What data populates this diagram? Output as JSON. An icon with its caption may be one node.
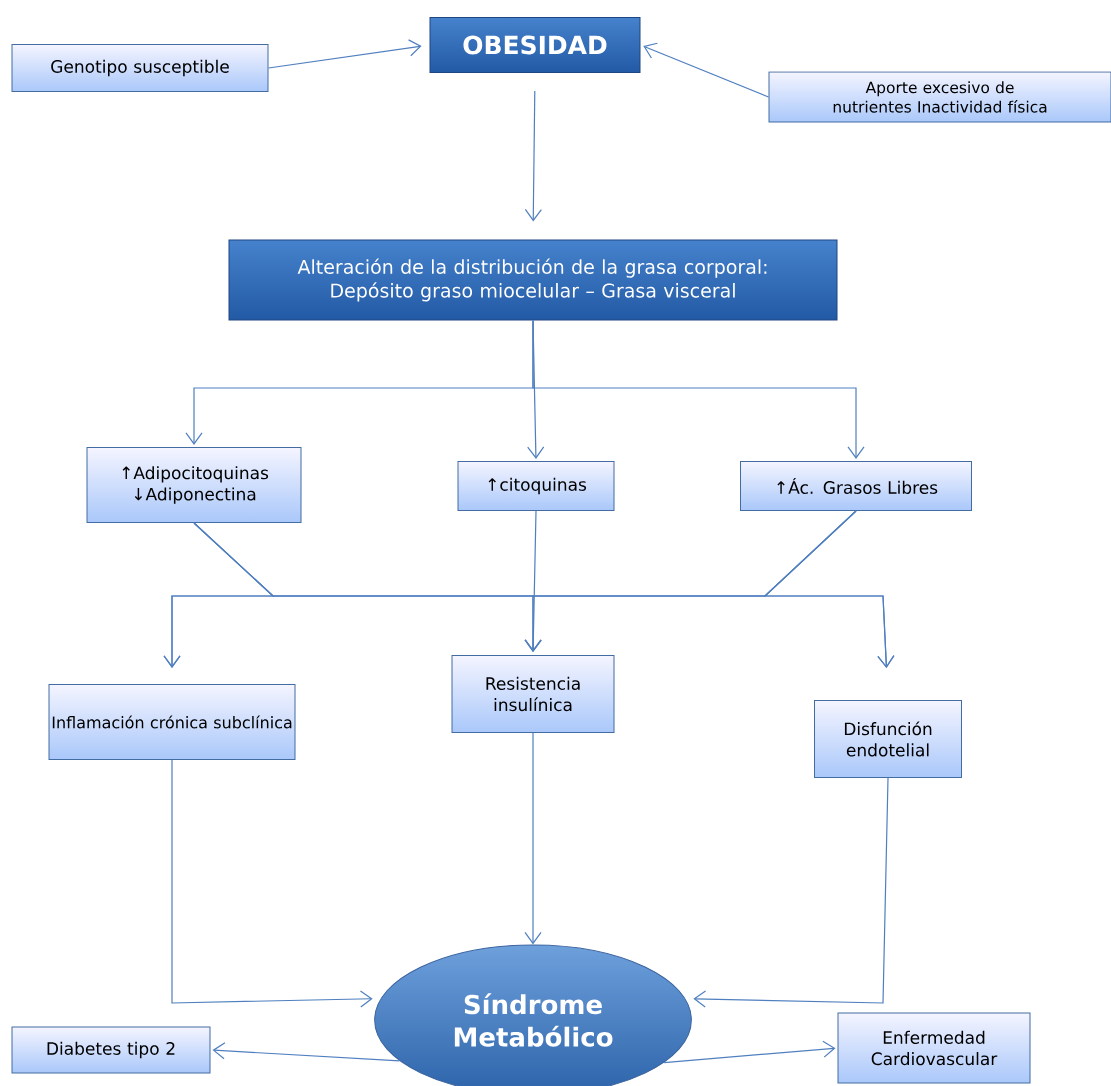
{
  "diagram": {
    "nodes": [
      {
        "text": [
          "OBESIDAD"
        ]
      },
      {
        "text": [
          "Genotipo susceptible"
        ]
      },
      {
        "text": [
          "Aporte excesivo de nutrientes Inactividad física"
        ]
      },
      {
        "text": [
          "Alteración de la distribución de la grasa corporal: Depósito graso miocelular – Grasa visceral"
        ]
      },
      {
        "text": [
          "↑Adipocitoquinas ↓Adiponectina"
        ]
      },
      {
        "text": [
          "↑citoquinas"
        ]
      },
      {
        "text": [
          "↑Ác. Grasos Libres"
        ]
      },
      {
        "text": [
          "Inflamación crónica subclínica"
        ]
      },
      {
        "text": [
          "Resistencia insulínica"
        ]
      },
      {
        "text": [
          "Disfunción endotelial"
        ]
      },
      {
        "text": [
          "Síndrome Metabólico"
        ]
      },
      {
        "text": [
          "Diabetes tipo 2"
        ]
      },
      {
        "text": [
          "Enfermedad Cardiovascular"
        ]
      }
    ],
    "edges": [
      {
        "from": 1,
        "to": 0,
        "arrow": "to"
      },
      {
        "from": 2,
        "to": 0,
        "arrow": "to"
      },
      {
        "from": 0,
        "to": 3,
        "arrow": "to"
      },
      {
        "from": 3,
        "to": 4,
        "arrow": "to"
      },
      {
        "from": 3,
        "to": 5,
        "arrow": "to"
      },
      {
        "from": 3,
        "to": 6,
        "arrow": "to"
      },
      {
        "from": 4,
        "to": 7,
        "arrow": "to"
      },
      {
        "from": 4,
        "to": 8,
        "arrow": "to"
      },
      {
        "from": 4,
        "to": 9,
        "arrow": "to"
      },
      {
        "from": 6,
        "to": 7,
        "arrow": "to"
      },
      {
        "from": 6,
        "to": 8,
        "arrow": "to"
      },
      {
        "from": 6,
        "to": 9,
        "arrow": "to"
      },
      {
        "from": 5,
        "to": 8,
        "arrow": "to"
      },
      {
        "from": 7,
        "to": 10,
        "arrow": "to"
      },
      {
        "from": 8,
        "to": 10,
        "arrow": "to"
      },
      {
        "from": 9,
        "to": 10,
        "arrow": "to"
      },
      {
        "from": 10,
        "to": 11,
        "arrow": "to"
      },
      {
        "from": 10,
        "to": 12,
        "arrow": "to"
      }
    ]
  }
}
